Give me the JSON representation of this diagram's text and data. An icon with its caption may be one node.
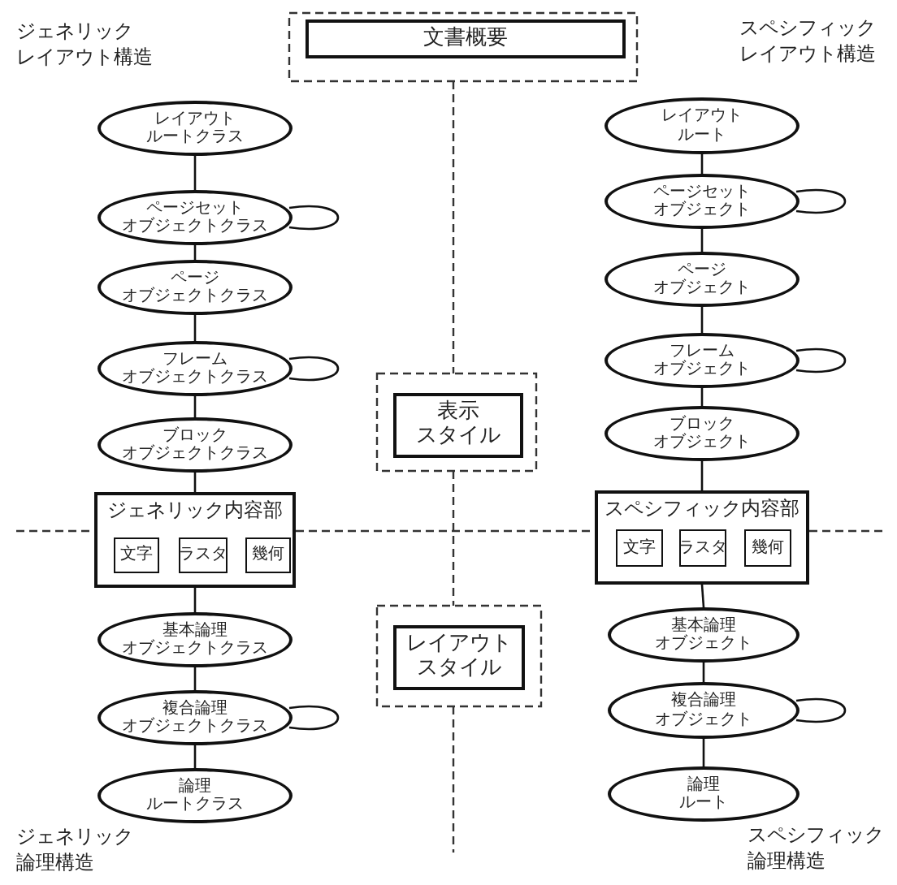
{
  "diagram": {
    "nodes": [
      {
        "text": [
          "文書概要"
        ]
      },
      {
        "text": [
          "表示スタイル"
        ]
      },
      {
        "text": [
          "レイアウトスタイル"
        ]
      },
      {
        "text": [
          "レイアウトルートクラス"
        ]
      },
      {
        "text": [
          "ページセットオブジェクトクラス"
        ]
      },
      {
        "text": [
          "ページオブジェクトクラス"
        ]
      },
      {
        "text": [
          "フレームオブジェクトクラス"
        ]
      },
      {
        "text": [
          "ブロックオブジェクトクラス"
        ]
      },
      {
        "text": [
          "ジェネリック内容部"
        ]
      },
      {
        "text": [
          "文字"
        ],
        "in": 8
      },
      {
        "text": [
          "ラスタ"
        ],
        "in": 8
      },
      {
        "text": [
          "幾何"
        ],
        "in": 8
      },
      {
        "text": [
          "基本論理オブジェクトクラス"
        ]
      },
      {
        "text": [
          "複合論理オブジェクトクラス"
        ]
      },
      {
        "text": [
          "論理ルートクラス"
        ]
      },
      {
        "text": [
          "レイアウトルート"
        ]
      },
      {
        "text": [
          "ページセットオブジェクト"
        ]
      },
      {
        "text": [
          "ページオブジェクト"
        ]
      },
      {
        "text": [
          "フレームオブジェクト"
        ]
      },
      {
        "text": [
          "ブロックオブジェクト"
        ]
      },
      {
        "text": [
          "スペシフィック内容部"
        ]
      },
      {
        "text": [
          "文字"
        ],
        "in": 20
      },
      {
        "text": [
          "ラスタ"
        ],
        "in": 20
      },
      {
        "text": [
          "幾何"
        ],
        "in": 20
      },
      {
        "text": [
          "基本論理オブジェクト"
        ]
      },
      {
        "text": [
          "複合論理オブジェクト"
        ]
      },
      {
        "text": [
          "論理ルート"
        ]
      }
    ],
    "edges": [
      {
        "from": 3,
        "to": 4,
        "arrow": "none"
      },
      {
        "from": 4,
        "to": 4,
        "arrow": "none"
      },
      {
        "from": 4,
        "to": 5,
        "arrow": "none"
      },
      {
        "from": 5,
        "to": 6,
        "arrow": "none"
      },
      {
        "from": 6,
        "to": 6,
        "arrow": "none"
      },
      {
        "from": 6,
        "to": 7,
        "arrow": "none"
      },
      {
        "from": 7,
        "to": 8,
        "arrow": "none"
      },
      {
        "from": 8,
        "to": 12,
        "arrow": "none"
      },
      {
        "from": 12,
        "to": 13,
        "arrow": "none"
      },
      {
        "from": 13,
        "to": 13,
        "arrow": "none"
      },
      {
        "from": 13,
        "to": 14,
        "arrow": "none"
      },
      {
        "from": 15,
        "to": 16,
        "arrow": "none"
      },
      {
        "from": 16,
        "to": 16,
        "arrow": "none"
      },
      {
        "from": 16,
        "to": 17,
        "arrow": "none"
      },
      {
        "from": 17,
        "to": 18,
        "arrow": "none"
      },
      {
        "from": 18,
        "to": 18,
        "arrow": "none"
      },
      {
        "from": 18,
        "to": 19,
        "arrow": "none"
      },
      {
        "from": 19,
        "to": 20,
        "arrow": "none"
      },
      {
        "from": 20,
        "to": 24,
        "arrow": "none"
      },
      {
        "from": 24,
        "to": 25,
        "arrow": "none"
      },
      {
        "from": 25,
        "to": 25,
        "arrow": "none"
      },
      {
        "from": 25,
        "to": 26,
        "arrow": "none"
      }
    ],
    "labels": [
      "ジェネリックレイアウト構造",
      "スペシフィックレイアウト構造",
      "ジェネリック論理構造",
      "スペシフィック論理構造"
    ]
  }
}
